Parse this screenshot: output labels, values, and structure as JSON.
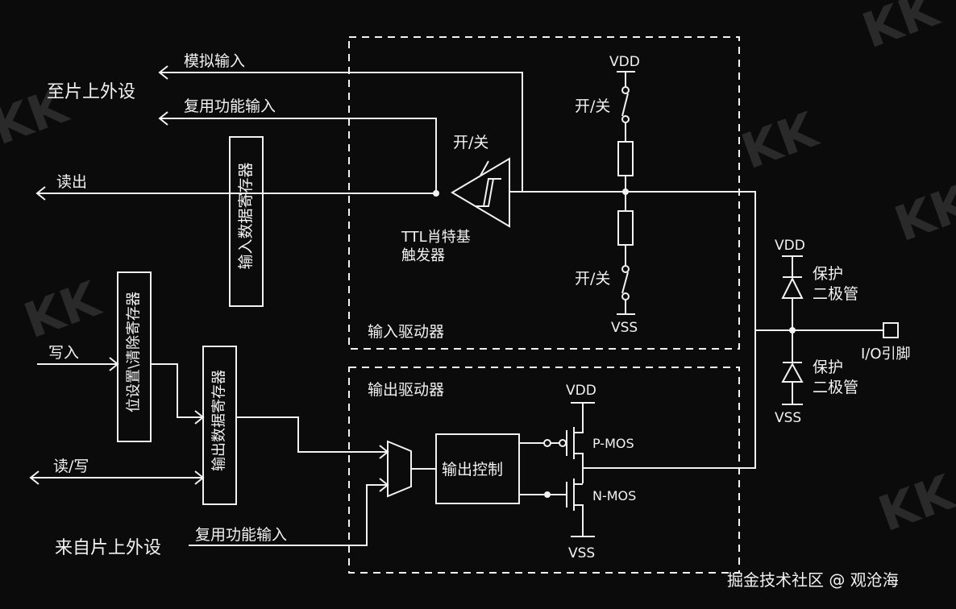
{
  "labels": {
    "analog_input": "模拟输入",
    "to_peripheral": "至片上外设",
    "alt_func_input_top": "复用功能输入",
    "on_off_schmitt": "开/关",
    "read_out": "读出",
    "input_data_register": "输入数据寄存器",
    "schmitt_line1": "TTL肖特基",
    "schmitt_line2": "触发器",
    "vdd_top": "VDD",
    "on_off_top": "开/关",
    "on_off_bottom": "开/关",
    "vss_input": "VSS",
    "input_driver": "输入驱动器",
    "bit_set_reset_register": "位设置\\清除寄存器",
    "write_in": "写入",
    "output_data_register": "输出数据寄存器",
    "read_write": "读/写",
    "from_peripheral": "来自片上外设",
    "alt_func_input_bottom": "复用功能输入",
    "output_driver": "输出驱动器",
    "vdd_output": "VDD",
    "output_control": "输出控制",
    "pmos": "P-MOS",
    "nmos": "N-MOS",
    "vss_output": "VSS",
    "vdd_protect": "VDD",
    "protect_top_l1": "保护",
    "protect_top_l2": "二极管",
    "io_pin": "I/O引脚",
    "protect_bot_l1": "保护",
    "protect_bot_l2": "二极管",
    "vss_protect": "VSS",
    "watermark_credit": "掘金技术社区 @ 观沧海"
  },
  "colors": {
    "background": "#0b0b0b",
    "foreground": "#f2f2f2"
  }
}
